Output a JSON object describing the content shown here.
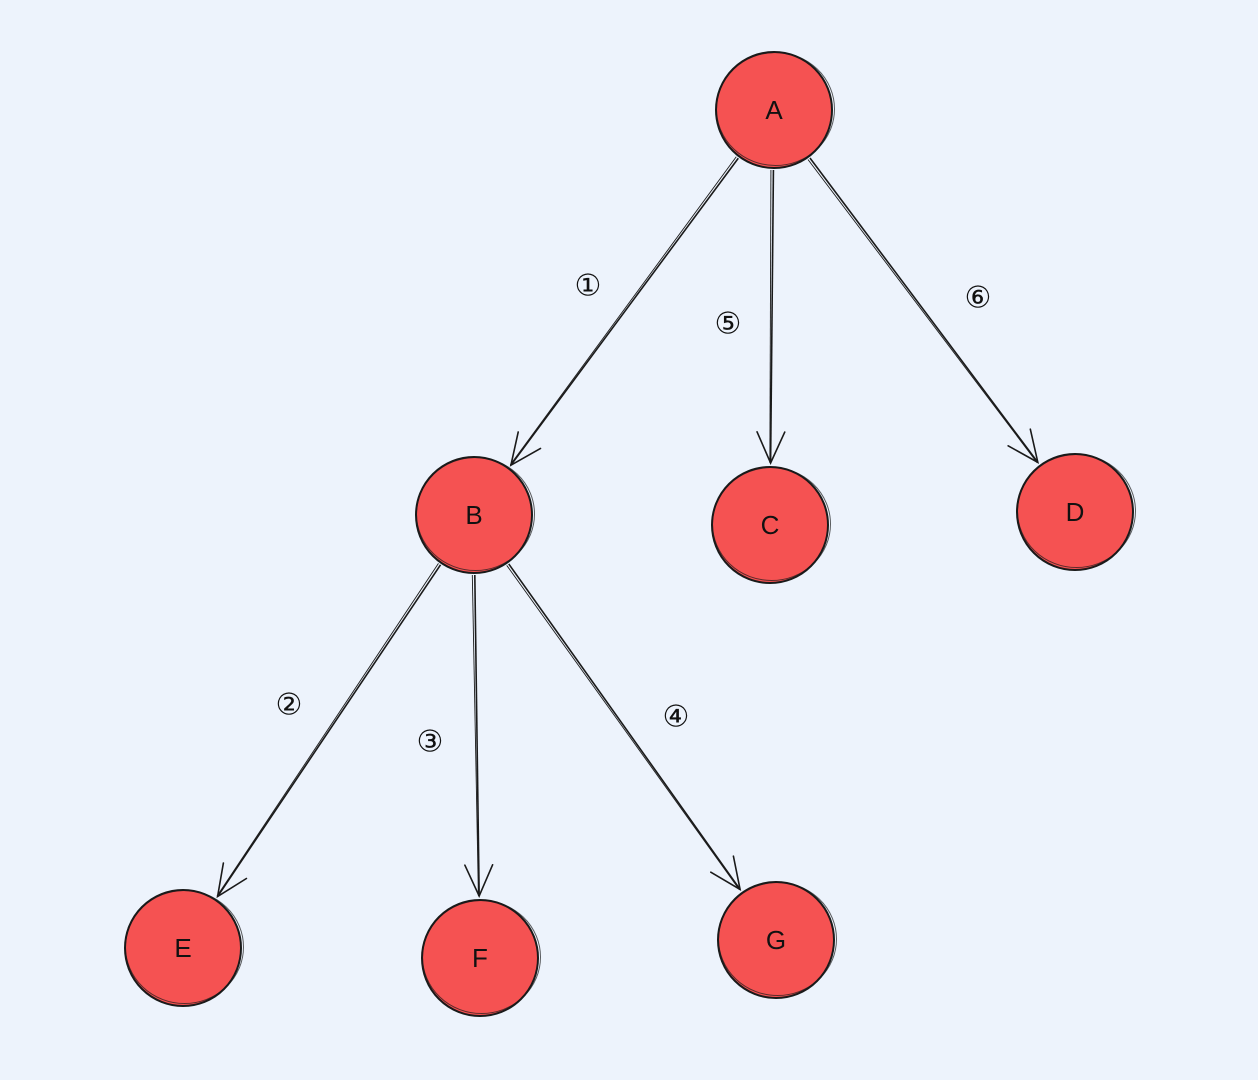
{
  "nodes": [
    {
      "id": "A",
      "label": "A"
    },
    {
      "id": "B",
      "label": "B"
    },
    {
      "id": "C",
      "label": "C"
    },
    {
      "id": "D",
      "label": "D"
    },
    {
      "id": "E",
      "label": "E"
    },
    {
      "id": "F",
      "label": "F"
    },
    {
      "id": "G",
      "label": "G"
    }
  ],
  "edges": [
    {
      "from": "A",
      "to": "B",
      "label": "①"
    },
    {
      "from": "B",
      "to": "E",
      "label": "②"
    },
    {
      "from": "B",
      "to": "F",
      "label": "③"
    },
    {
      "from": "B",
      "to": "G",
      "label": "④"
    },
    {
      "from": "A",
      "to": "C",
      "label": "⑤"
    },
    {
      "from": "A",
      "to": "D",
      "label": "⑥"
    }
  ],
  "colors": {
    "background": "#edf3fc",
    "node_fill": "#f55252",
    "stroke": "#1a1a1a"
  }
}
